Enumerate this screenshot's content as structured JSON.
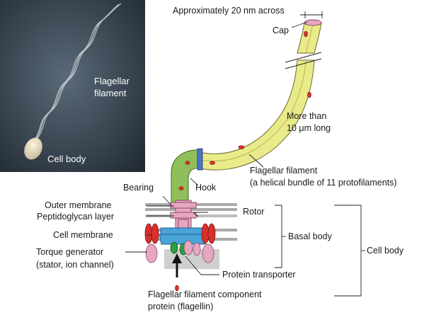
{
  "photo": {
    "filament_label_1": "Flagellar",
    "filament_label_2": "filament",
    "cell_body_label": "Cell body"
  },
  "labels": {
    "width_note": "Approximately 20 nm across",
    "cap": "Cap",
    "length_1": "More than",
    "length_2": "10 μm long",
    "filament_1": "Flagellar filament",
    "filament_2": "(a helical bundle of 11 protofilaments)",
    "bearing": "Bearing",
    "hook": "Hook",
    "outer_membrane": "Outer membrane",
    "peptidoglycan": "Peptidoglycan layer",
    "cell_membrane": "Cell membrane",
    "rotor": "Rotor",
    "basal_body": "Basal body",
    "cell_body": "Cell body",
    "torque_1": "Torque generator",
    "torque_2": "(stator, ion channel)",
    "transporter": "Protein transporter",
    "component_1": "Flagellar filament component",
    "component_2": "protein (flagellin)"
  },
  "colors": {
    "filament": "#e9ea8a",
    "hook": "#8fbf5a",
    "rod": "#e7a6c2",
    "rotor": "#4aa3d9",
    "stator": "#d9302e",
    "membrane": "#a9a9a9",
    "transporter": "#2f9e3f"
  }
}
